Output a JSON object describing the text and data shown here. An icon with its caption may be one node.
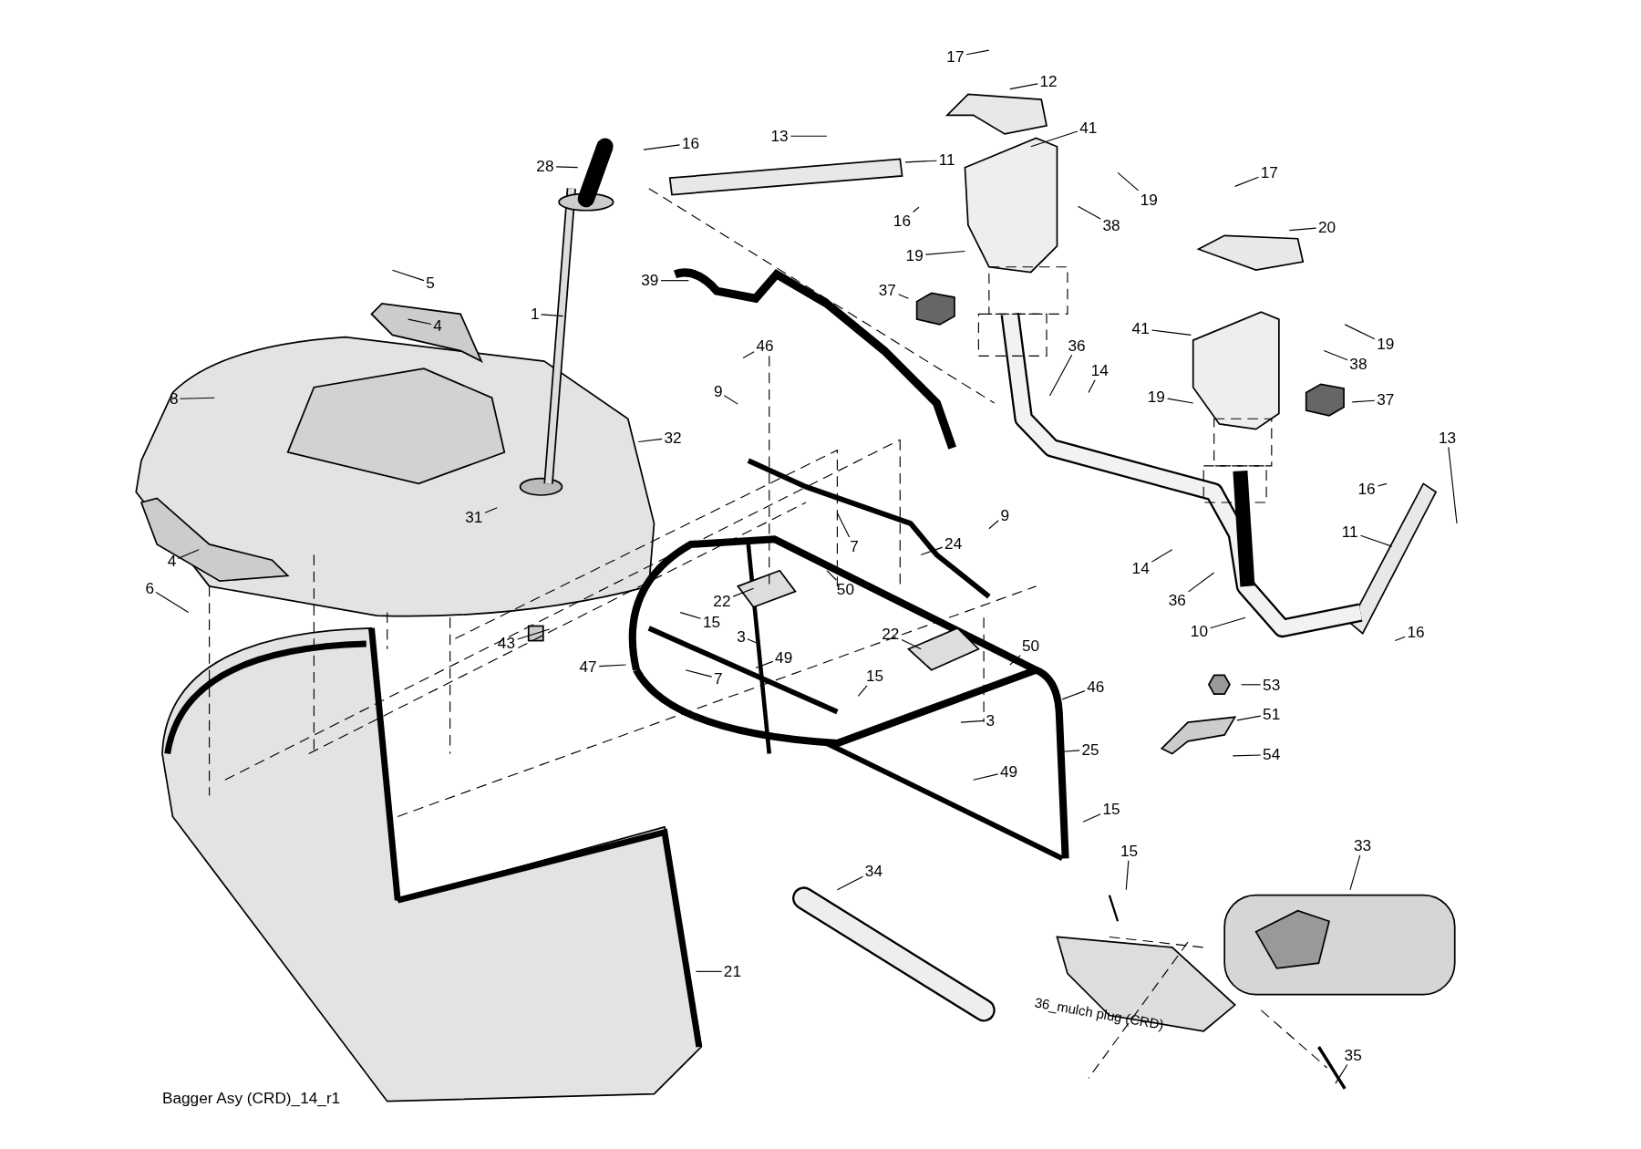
{
  "diagram": {
    "nodes": [
      {
        "text": [
          "17"
        ]
      },
      {
        "text": [
          "12"
        ]
      },
      {
        "text": [
          "41"
        ]
      },
      {
        "text": [
          "13"
        ]
      },
      {
        "text": [
          "16"
        ]
      },
      {
        "text": [
          "11"
        ]
      },
      {
        "text": [
          "28"
        ]
      },
      {
        "text": [
          "16"
        ]
      },
      {
        "text": [
          "19"
        ]
      },
      {
        "text": [
          "17"
        ]
      },
      {
        "text": [
          "38"
        ]
      },
      {
        "text": [
          "20"
        ]
      },
      {
        "text": [
          "19"
        ]
      },
      {
        "text": [
          "39"
        ]
      },
      {
        "text": [
          "37"
        ]
      },
      {
        "text": [
          "5"
        ]
      },
      {
        "text": [
          "4"
        ]
      },
      {
        "text": [
          "1"
        ]
      },
      {
        "text": [
          "36"
        ]
      },
      {
        "text": [
          "41"
        ]
      },
      {
        "text": [
          "19"
        ]
      },
      {
        "text": [
          "38"
        ]
      },
      {
        "text": [
          "46"
        ]
      },
      {
        "text": [
          "14"
        ]
      },
      {
        "text": [
          "9"
        ]
      },
      {
        "text": [
          "19"
        ]
      },
      {
        "text": [
          "37"
        ]
      },
      {
        "text": [
          "8"
        ]
      },
      {
        "text": [
          "32"
        ]
      },
      {
        "text": [
          "13"
        ]
      },
      {
        "text": [
          "31"
        ]
      },
      {
        "text": [
          "16"
        ]
      },
      {
        "text": [
          "7"
        ]
      },
      {
        "text": [
          "24"
        ]
      },
      {
        "text": [
          "9"
        ]
      },
      {
        "text": [
          "11"
        ]
      },
      {
        "text": [
          "4"
        ]
      },
      {
        "text": [
          "14"
        ]
      },
      {
        "text": [
          "50"
        ]
      },
      {
        "text": [
          "36"
        ]
      },
      {
        "text": [
          "6"
        ]
      },
      {
        "text": [
          "22"
        ]
      },
      {
        "text": [
          "10"
        ]
      },
      {
        "text": [
          "16"
        ]
      },
      {
        "text": [
          "15"
        ]
      },
      {
        "text": [
          "3"
        ]
      },
      {
        "text": [
          "43"
        ]
      },
      {
        "text": [
          "22"
        ]
      },
      {
        "text": [
          "50"
        ]
      },
      {
        "text": [
          "47"
        ]
      },
      {
        "text": [
          "49"
        ]
      },
      {
        "text": [
          "7"
        ]
      },
      {
        "text": [
          "15"
        ]
      },
      {
        "text": [
          "53"
        ]
      },
      {
        "text": [
          "46"
        ]
      },
      {
        "text": [
          "51"
        ]
      },
      {
        "text": [
          "3"
        ]
      },
      {
        "text": [
          "25"
        ]
      },
      {
        "text": [
          "54"
        ]
      },
      {
        "text": [
          "49"
        ]
      },
      {
        "text": [
          "15"
        ]
      },
      {
        "text": [
          "15"
        ]
      },
      {
        "text": [
          "33"
        ]
      },
      {
        "text": [
          "34"
        ]
      },
      {
        "text": [
          "21"
        ]
      },
      {
        "text": [
          "35"
        ]
      }
    ],
    "edges": [
      {
        "from": 0,
        "to": null,
        "arrow": "none"
      },
      {
        "from": 1,
        "to": null,
        "arrow": "none"
      },
      {
        "from": 2,
        "to": null,
        "arrow": "none"
      },
      {
        "from": 3,
        "to": null,
        "arrow": "none"
      },
      {
        "from": 4,
        "to": null,
        "arrow": "none"
      },
      {
        "from": 5,
        "to": null,
        "arrow": "none"
      },
      {
        "from": 6,
        "to": null,
        "arrow": "none"
      },
      {
        "from": 7,
        "to": null,
        "arrow": "none"
      },
      {
        "from": 8,
        "to": null,
        "arrow": "none"
      },
      {
        "from": 9,
        "to": null,
        "arrow": "none"
      },
      {
        "from": 10,
        "to": null,
        "arrow": "none"
      },
      {
        "from": 11,
        "to": null,
        "arrow": "none"
      },
      {
        "from": 12,
        "to": null,
        "arrow": "none"
      },
      {
        "from": 13,
        "to": null,
        "arrow": "none"
      },
      {
        "from": 14,
        "to": null,
        "arrow": "none"
      },
      {
        "from": 15,
        "to": null,
        "arrow": "none"
      },
      {
        "from": 16,
        "to": null,
        "arrow": "none"
      },
      {
        "from": 17,
        "to": null,
        "arrow": "none"
      },
      {
        "from": 18,
        "to": null,
        "arrow": "none"
      },
      {
        "from": 19,
        "to": null,
        "arrow": "none"
      },
      {
        "from": 20,
        "to": null,
        "arrow": "none"
      },
      {
        "from": 21,
        "to": null,
        "arrow": "none"
      },
      {
        "from": 22,
        "to": null,
        "arrow": "none"
      },
      {
        "from": 23,
        "to": null,
        "arrow": "none"
      },
      {
        "from": 24,
        "to": null,
        "arrow": "none"
      },
      {
        "from": 25,
        "to": null,
        "arrow": "none"
      },
      {
        "from": 26,
        "to": null,
        "arrow": "none"
      },
      {
        "from": 27,
        "to": null,
        "arrow": "none"
      },
      {
        "from": 28,
        "to": null,
        "arrow": "none"
      },
      {
        "from": 29,
        "to": null,
        "arrow": "none"
      },
      {
        "from": 30,
        "to": null,
        "arrow": "none"
      },
      {
        "from": 31,
        "to": null,
        "arrow": "none"
      },
      {
        "from": 32,
        "to": null,
        "arrow": "none"
      },
      {
        "from": 33,
        "to": null,
        "arrow": "none"
      },
      {
        "from": 34,
        "to": null,
        "arrow": "none"
      },
      {
        "from": 35,
        "to": null,
        "arrow": "none"
      },
      {
        "from": 36,
        "to": null,
        "arrow": "none"
      },
      {
        "from": 37,
        "to": null,
        "arrow": "none"
      },
      {
        "from": 38,
        "to": null,
        "arrow": "none"
      },
      {
        "from": 39,
        "to": null,
        "arrow": "none"
      },
      {
        "from": 40,
        "to": null,
        "arrow": "none"
      },
      {
        "from": 41,
        "to": null,
        "arrow": "none"
      },
      {
        "from": 42,
        "to": null,
        "arrow": "none"
      },
      {
        "from": 43,
        "to": null,
        "arrow": "none"
      },
      {
        "from": 44,
        "to": null,
        "arrow": "none"
      },
      {
        "from": 45,
        "to": null,
        "arrow": "none"
      },
      {
        "from": 46,
        "to": null,
        "arrow": "none"
      },
      {
        "from": 47,
        "to": null,
        "arrow": "none"
      },
      {
        "from": 48,
        "to": null,
        "arrow": "none"
      },
      {
        "from": 49,
        "to": null,
        "arrow": "none"
      },
      {
        "from": 50,
        "to": null,
        "arrow": "none"
      },
      {
        "from": 51,
        "to": null,
        "arrow": "none"
      },
      {
        "from": 52,
        "to": null,
        "arrow": "none"
      },
      {
        "from": 53,
        "to": null,
        "arrow": "none"
      },
      {
        "from": 54,
        "to": null,
        "arrow": "none"
      },
      {
        "from": 55,
        "to": null,
        "arrow": "none"
      },
      {
        "from": 56,
        "to": null,
        "arrow": "none"
      },
      {
        "from": 57,
        "to": null,
        "arrow": "none"
      },
      {
        "from": 58,
        "to": null,
        "arrow": "none"
      },
      {
        "from": 59,
        "to": null,
        "arrow": "none"
      },
      {
        "from": 60,
        "to": null,
        "arrow": "none"
      },
      {
        "from": 61,
        "to": null,
        "arrow": "none"
      },
      {
        "from": 62,
        "to": null,
        "arrow": "none"
      },
      {
        "from": 63,
        "to": null,
        "arrow": "none"
      },
      {
        "from": 64,
        "to": null,
        "arrow": "none"
      },
      {
        "from": 65,
        "to": null,
        "arrow": "none"
      }
    ],
    "labels": [
      "36_mulch plug (CRD)",
      "Bagger Asy (CRD)_14_r1"
    ]
  }
}
